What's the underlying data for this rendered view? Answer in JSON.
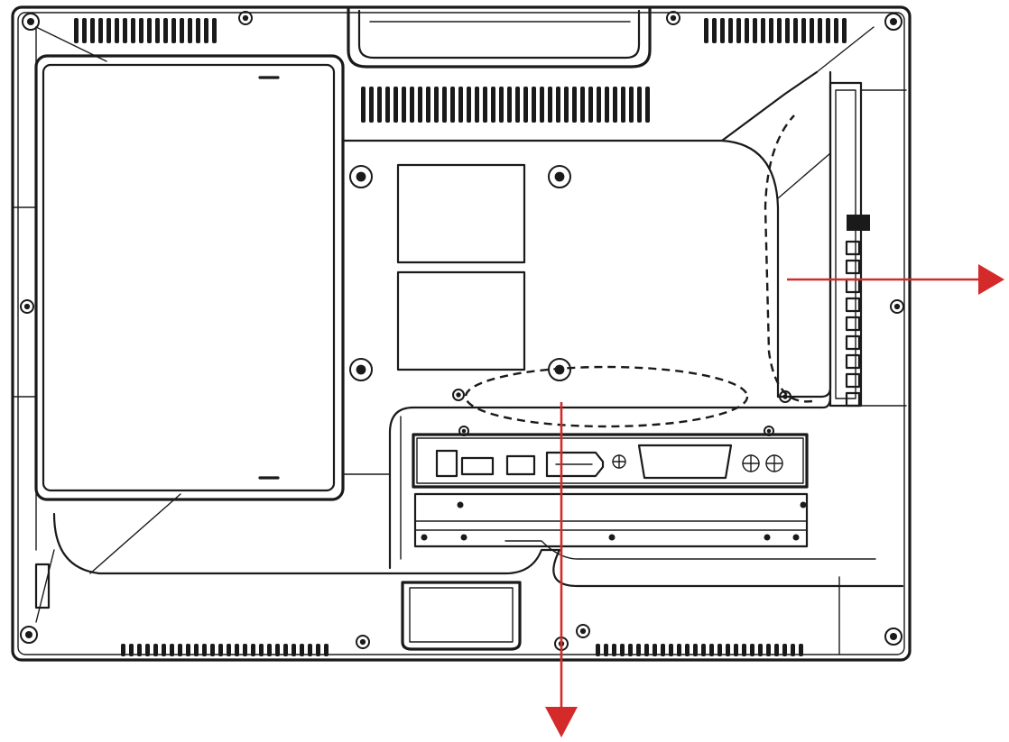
{
  "diagram": {
    "subject": "monitor-rear-view",
    "colors": {
      "line": "#1a1a1a",
      "arrow": "#d42a2a",
      "background": "#ffffff"
    },
    "callouts": [
      {
        "id": "side-ports",
        "direction": "right"
      },
      {
        "id": "bottom-ports",
        "direction": "down"
      }
    ]
  }
}
